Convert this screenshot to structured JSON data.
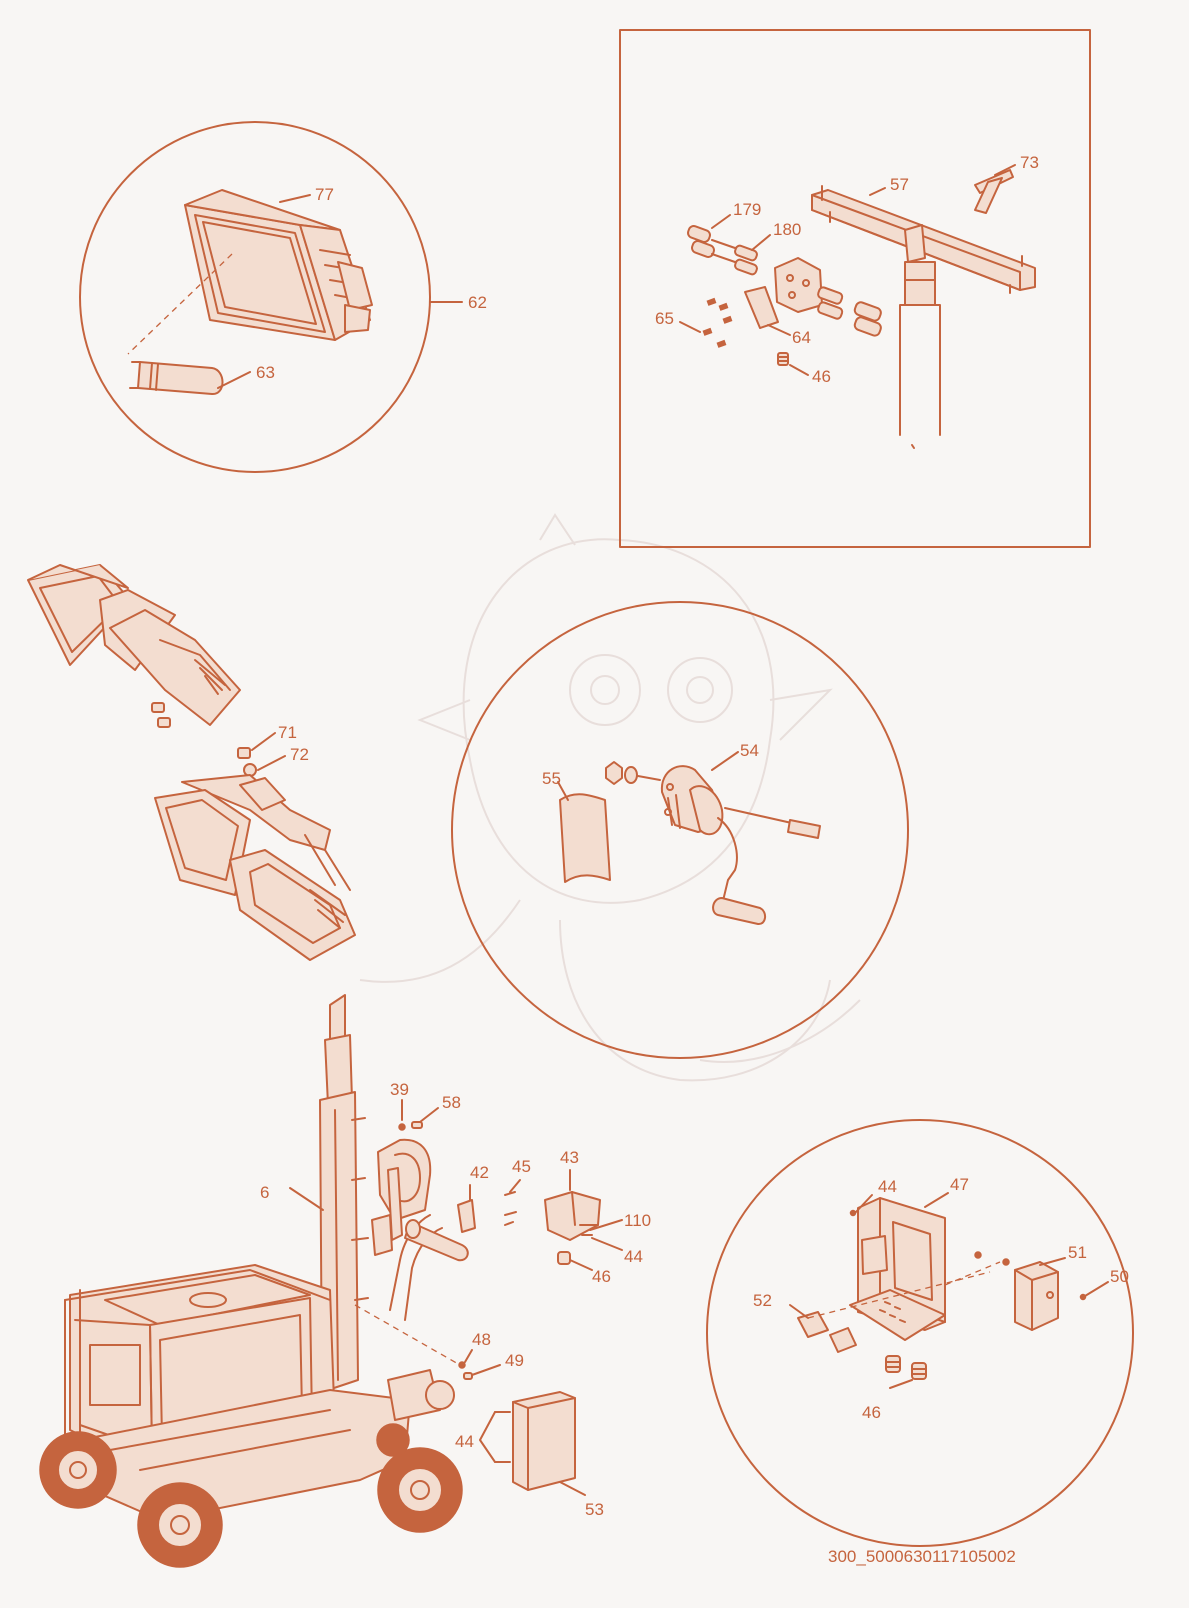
{
  "drawing_code": "300_5000630117105002",
  "colors": {
    "line": "#c5643e",
    "fill": "#f3ddd0",
    "background": "#f8f6f4"
  },
  "callouts": {
    "lamp_detail": [
      {
        "id": "p77",
        "text": "77"
      },
      {
        "id": "p62",
        "text": "62"
      },
      {
        "id": "p63",
        "text": "63"
      }
    ],
    "mast_head_detail": [
      {
        "id": "p73",
        "text": "73"
      },
      {
        "id": "p57",
        "text": "57"
      },
      {
        "id": "p179",
        "text": "179"
      },
      {
        "id": "p180",
        "text": "180"
      },
      {
        "id": "p65",
        "text": "65"
      },
      {
        "id": "p64",
        "text": "64"
      },
      {
        "id": "p46a",
        "text": "46"
      }
    ],
    "lamp_bracket": [
      {
        "id": "p71",
        "text": "71"
      },
      {
        "id": "p72",
        "text": "72"
      }
    ],
    "winch_detail": [
      {
        "id": "p54",
        "text": "54"
      },
      {
        "id": "p55",
        "text": "55"
      }
    ],
    "cart_assembly": [
      {
        "id": "p39",
        "text": "39"
      },
      {
        "id": "p58",
        "text": "58"
      },
      {
        "id": "p42",
        "text": "42"
      },
      {
        "id": "p45",
        "text": "45"
      },
      {
        "id": "p43",
        "text": "43"
      },
      {
        "id": "p6",
        "text": "6"
      },
      {
        "id": "p110",
        "text": "110"
      },
      {
        "id": "p44a",
        "text": "44"
      },
      {
        "id": "p46b",
        "text": "46"
      },
      {
        "id": "p48",
        "text": "48"
      },
      {
        "id": "p49",
        "text": "49"
      },
      {
        "id": "p44b",
        "text": "44"
      },
      {
        "id": "p53",
        "text": "53"
      }
    ],
    "socket_panel_detail": [
      {
        "id": "p44c",
        "text": "44"
      },
      {
        "id": "p47",
        "text": "47"
      },
      {
        "id": "p51",
        "text": "51"
      },
      {
        "id": "p50",
        "text": "50"
      },
      {
        "id": "p52",
        "text": "52"
      },
      {
        "id": "p46c",
        "text": "46"
      }
    ]
  }
}
